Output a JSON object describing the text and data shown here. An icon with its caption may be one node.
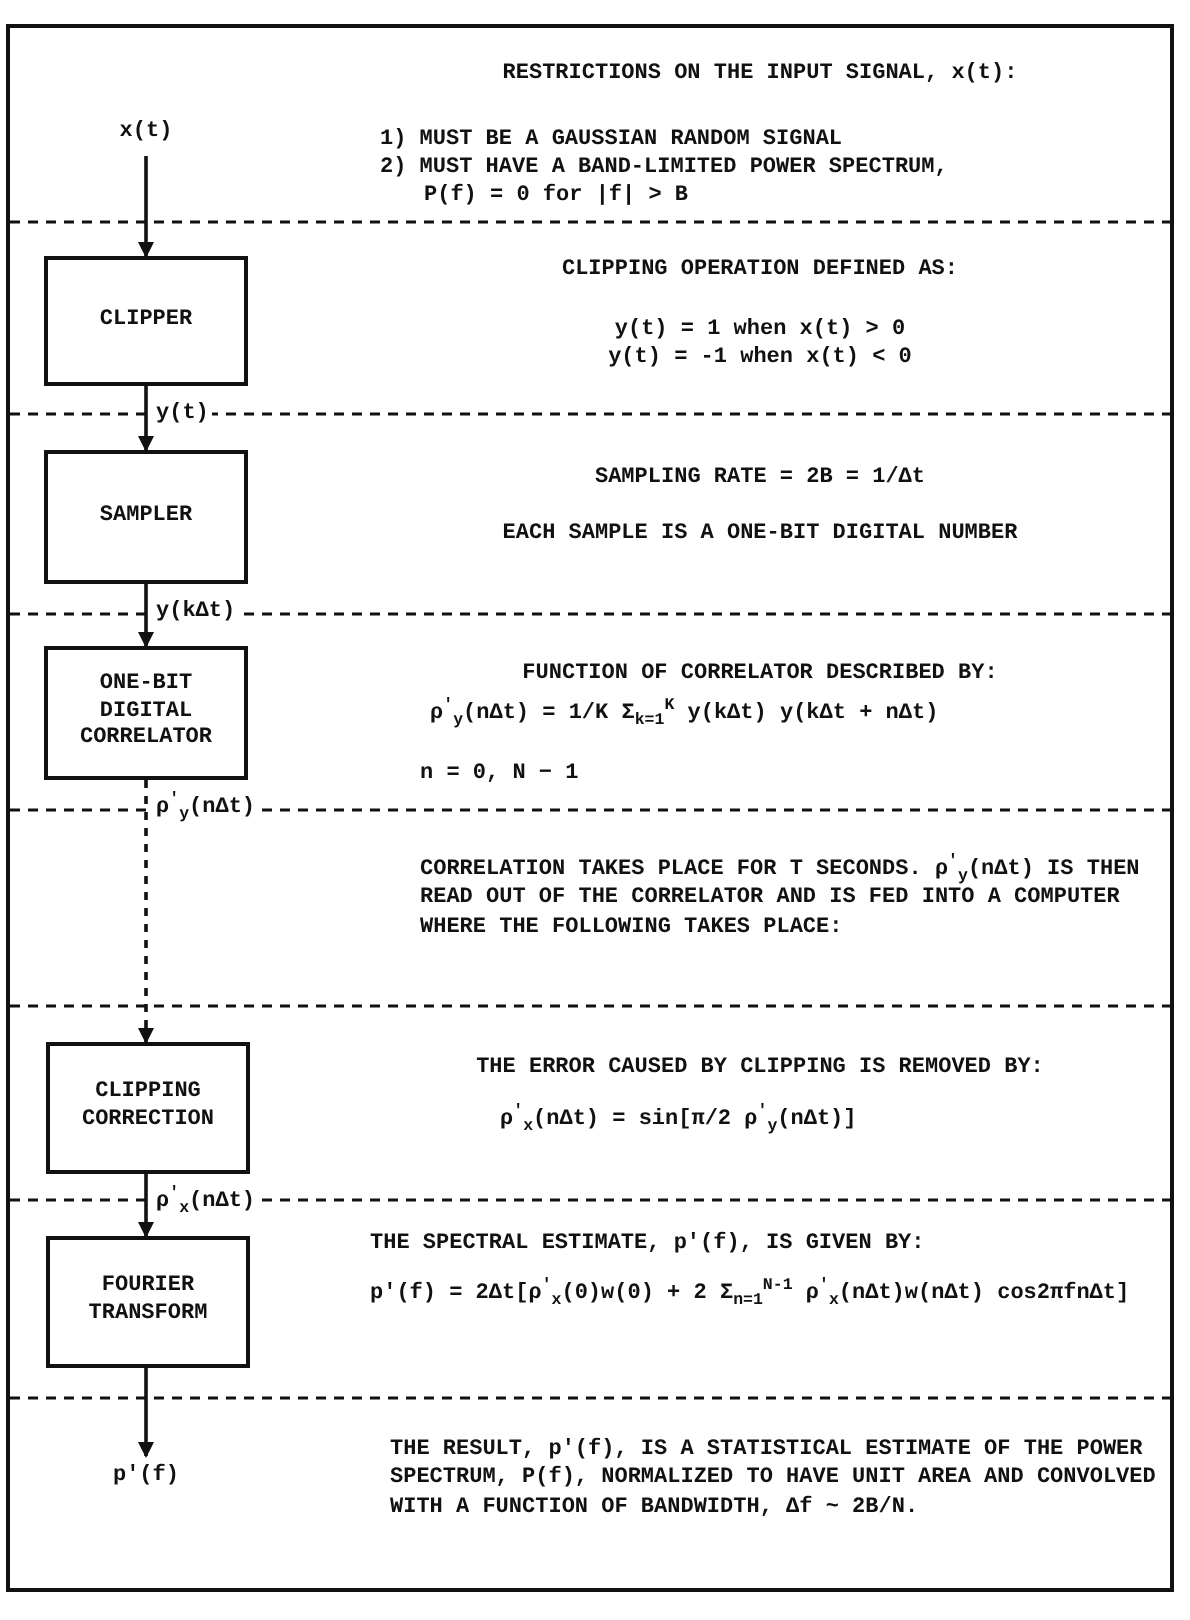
{
  "diagram": {
    "nodes": [
      {
        "text": [
          "x(t)"
        ]
      },
      {
        "text": [
          "CLIPPER"
        ]
      },
      {
        "text": [
          "SAMPLER"
        ]
      },
      {
        "text": [
          "ONE-BIT DIGITAL CORRELATOR"
        ]
      },
      {
        "text": [
          "CLIPPING CORRECTION"
        ]
      },
      {
        "text": [
          "FOURIER TRANSFORM"
        ]
      },
      {
        "text": [
          "p'(f)"
        ]
      }
    ],
    "edges": [
      {
        "from": 0,
        "to": 1,
        "arrow": "to"
      },
      {
        "from": 1,
        "to": 2,
        "arrow": "to",
        "label": "y(t)"
      },
      {
        "from": 2,
        "to": 3,
        "arrow": "to",
        "label": "y(kΔt)"
      },
      {
        "from": 3,
        "to": 4,
        "arrow": "to",
        "label": "ρ$^{'}$$_{y}$(nΔt)",
        "style": "dashed"
      },
      {
        "from": 4,
        "to": 5,
        "arrow": "to",
        "label": "ρ$^{'}$$_{x}$(nΔt)"
      },
      {
        "from": 5,
        "to": 6,
        "arrow": "to"
      }
    ],
    "labels": [
      "RESTRICTIONS ON THE INPUT SIGNAL, x(t):",
      "1) MUST BE A GAUSSIAN RANDOM SIGNAL",
      "2) MUST HAVE A BAND-LIMITED POWER SPECTRUM, P(f) = 0 for |f| > B",
      "CLIPPING OPERATION DEFINED AS:",
      "y(t) = 1 when x(t) > 0",
      "y(t) = -1 when x(t) < 0",
      "SAMPLING RATE = 2B = 1/Δt",
      "EACH SAMPLE IS A ONE-BIT DIGITAL NUMBER",
      "FUNCTION OF CORRELATOR DESCRIBED BY:",
      "ρ$^{'}$$_{y}$(nΔt) = 1/K Σ$_{k=1}$$^{K}$ y(kΔt) y(kΔt + nΔt)",
      "n = 0, N − 1",
      "CORRELATION TAKES PLACE FOR T SECONDS. ρ$^{'}$$_{y}$(nΔt) IS THEN READ OUT OF THE CORRELATOR AND IS FED INTO A COMPUTER WHERE THE FOLLOWING TAKES PLACE:",
      "THE ERROR CAUSED BY CLIPPING IS REMOVED BY:",
      "ρ$^{'}$$_{x}$(nΔt) = sin[π/2 ρ$^{'}$$_{y}$(nΔt)]",
      "THE SPECTRAL ESTIMATE, p'(f), IS GIVEN BY:",
      "p'(f) = 2Δt[ρ$^{'}$$_{x}$(0)w(0) + 2 Σ$_{n=1}$$^{N-1}$ ρ$^{'}$$_{x}$(nΔt)w(nΔt) cos2πfnΔt]",
      "THE RESULT, p'(f), IS A STATISTICAL ESTIMATE OF THE POWER SPECTRUM, P(f), NORMALIZED TO HAVE UNIT AREA AND CONVOLVED WITH A FUNCTION OF BANDWIDTH, Δf ~ 2B/N."
    ]
  }
}
